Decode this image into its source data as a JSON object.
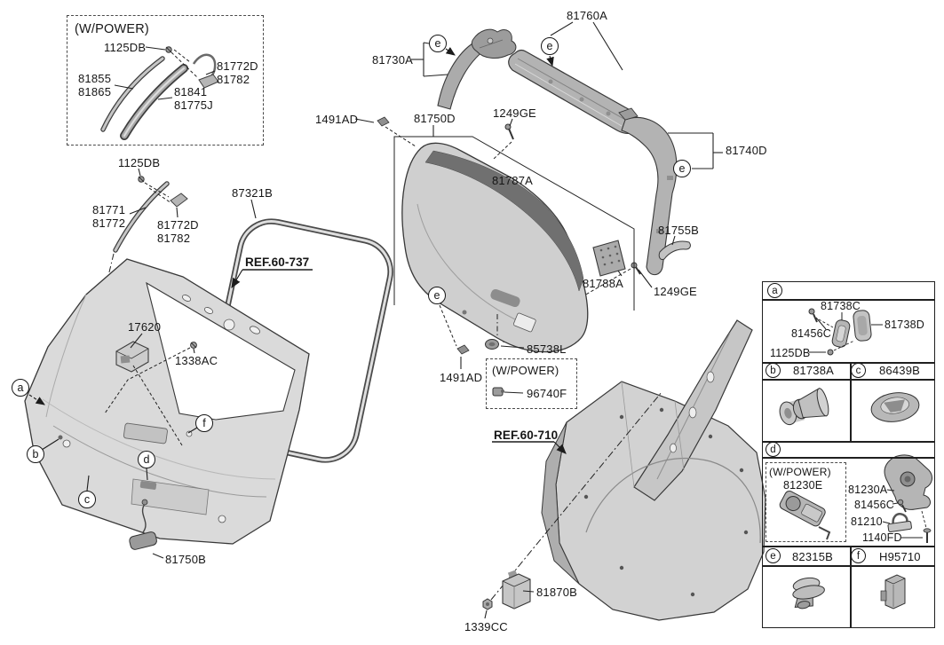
{
  "labels": {
    "wpower": "(W/POWER)",
    "b1_1125db": "1125DB",
    "b1_81855": "81855\n81865",
    "b1_81841": "81841\n81775J",
    "b1_81772d": "81772D\n81782",
    "l_1125db": "1125DB",
    "l_81771": "81771\n81772",
    "l_81772d": "81772D\n81782",
    "l_87321b": "87321B",
    "ref737": "REF.60-737",
    "l_17620": "17620",
    "l_1338ac": "1338AC",
    "l_81750b": "81750B",
    "l_81730a": "81730A",
    "l_81760a": "81760A",
    "l_1491ad": "1491AD",
    "l_81750d": "81750D",
    "l_1249ge": "1249GE",
    "l_81787a": "81787A",
    "l_81740d": "81740D",
    "l_81755b": "81755B",
    "l_81788a": "81788A",
    "l_1249ge2": "1249GE",
    "l_85738l": "85738L",
    "l_1491ad2": "1491AD",
    "l_96740f": "96740F",
    "ref710": "REF.60-710",
    "l_81870b": "81870B",
    "l_1339cc": "1339CC"
  },
  "callouts": {
    "a": "a",
    "b": "b",
    "c": "c",
    "d": "d",
    "e": "e",
    "f": "f"
  },
  "table": {
    "sections": {
      "a": {
        "letter": "a",
        "parts": {
          "p81738c": "81738C",
          "p81456c": "81456C",
          "p81738d": "81738D",
          "p1125db": "1125DB"
        }
      },
      "b": {
        "letter": "b",
        "label": "81738A"
      },
      "c": {
        "letter": "c",
        "label": "86439B"
      },
      "d": {
        "letter": "d",
        "wpower": "(W/POWER)",
        "p81230e": "81230E",
        "p81230a": "81230A",
        "p81456c": "81456C",
        "p81210": "81210",
        "p1140fd": "1140FD"
      },
      "e": {
        "letter": "e",
        "label": "82315B"
      },
      "f": {
        "letter": "f",
        "label": "H95710"
      }
    }
  },
  "colors": {
    "line": "#222222",
    "part_light": "#d9d9d9",
    "part_mid": "#b5b5b5",
    "part_dark": "#8c8c8c",
    "background": "#ffffff"
  }
}
